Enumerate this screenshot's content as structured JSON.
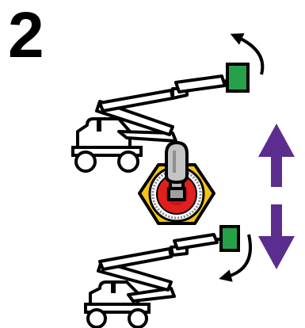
{
  "step_number": "2",
  "colors": {
    "outline": "#000000",
    "platform_green": "#27a149",
    "arrow_purple": "#5b2d8e",
    "hex_yellow": "#f2c418",
    "button_red": "#e0201e",
    "joystick_grey": "#b7b7b7"
  },
  "icons": {
    "upper_lift": "aerial-boom-lift-raised",
    "lower_lift": "aerial-boom-lift-lowered",
    "joystick": "joystick-controller",
    "up_arrow": "arrow-up",
    "down_arrow": "arrow-down",
    "rotate_up": "curved-arrow-counterclockwise",
    "rotate_down": "curved-arrow-clockwise"
  }
}
